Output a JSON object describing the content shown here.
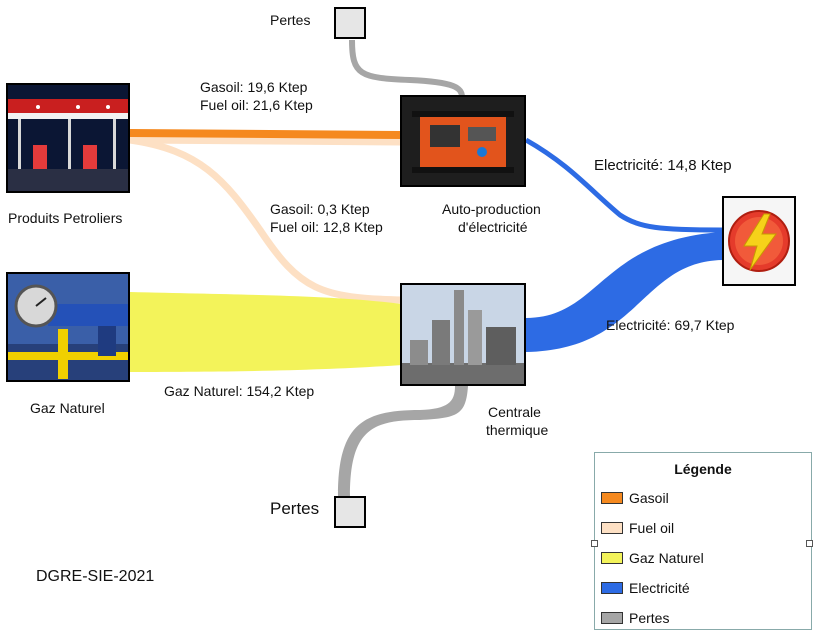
{
  "sources": {
    "petrol_label": "Produits Petroliers",
    "gas_label": "Gaz Naturel"
  },
  "plants": {
    "auto_label_1": "Auto-production",
    "auto_label_2": "d'électricité",
    "central_label_1": "Centrale",
    "central_label_2": "thermique"
  },
  "flows": {
    "gasoil_auto": "Gasoil: 19,6 Ktep",
    "fueloil_auto": "Fuel oil: 21,6 Ktep",
    "gasoil_central": "Gasoil: 0,3 Ktep",
    "fueloil_central": "Fuel oil: 12,8 Ktep",
    "gas_central": "Gaz Naturel: 154,2 Ktep",
    "elec_auto": "Electricité: 14,8 Ktep",
    "elec_central": "Electricité: 69,7 Ktep"
  },
  "losses": {
    "top_label": "Pertes",
    "bottom_label": "Pertes"
  },
  "footer": "DGRE-SIE-2021",
  "legend": {
    "title": "Légende",
    "items": [
      {
        "label": "Gasoil",
        "color": "#f5891f"
      },
      {
        "label": "Fuel oil",
        "color": "#fde0c4"
      },
      {
        "label": "Gaz Naturel",
        "color": "#f3f35a"
      },
      {
        "label": "Electricité",
        "color": "#2d6be4"
      },
      {
        "label": "Pertes",
        "color": "#a6a6a6"
      }
    ]
  },
  "colors": {
    "gasoil": "#f5891f",
    "fueloil": "#fde0c4",
    "gas": "#f3f35a",
    "elec": "#2d6be4",
    "loss": "#a6a6a6"
  }
}
